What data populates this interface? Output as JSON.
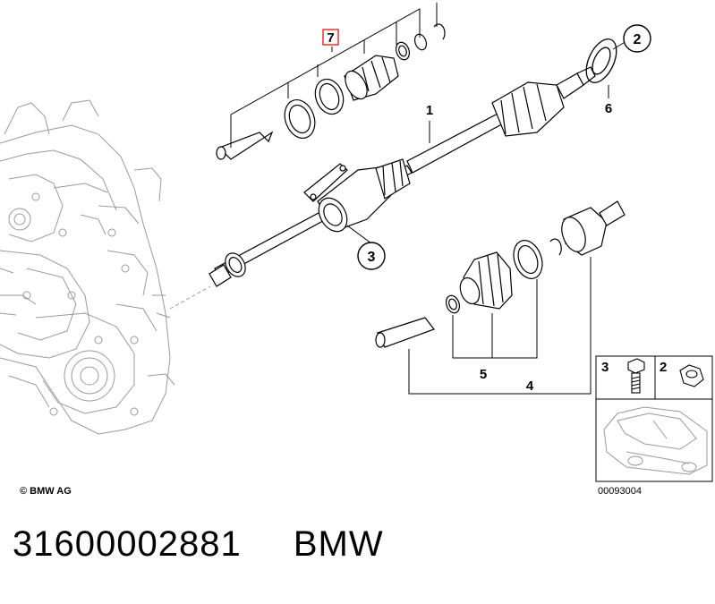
{
  "callouts": {
    "c1": "1",
    "c2": "2",
    "c3": "3",
    "c4": "4",
    "c5": "5",
    "c6": "6",
    "c7": "7"
  },
  "inset": {
    "label3": "3",
    "label2": "2",
    "code": "00093004"
  },
  "copyright": "© BMW AG",
  "footer": {
    "part_number": "31600002881",
    "brand": "BMW"
  },
  "colors": {
    "highlight": "#e8322e",
    "line": "#000000",
    "sketch": "#9a9a9a"
  }
}
